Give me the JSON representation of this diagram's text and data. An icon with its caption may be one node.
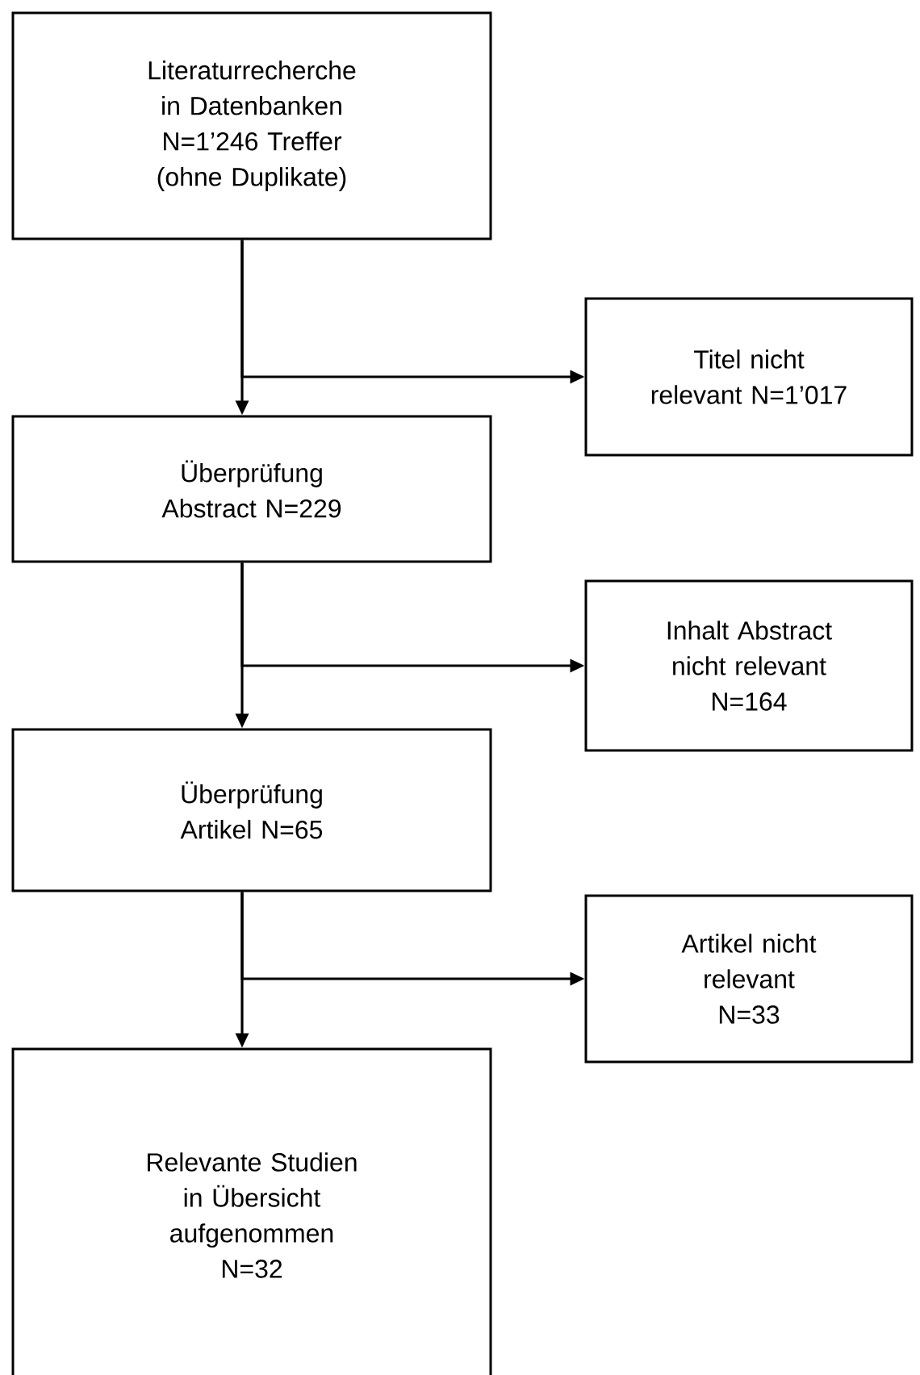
{
  "diagram": {
    "nodes": [
      {
        "text": [
          "Literaturrecherche in Datenbanken N=1’246 Treffer (ohne Duplikate)"
        ]
      },
      {
        "text": [
          "Titel nicht relevant N=1’017"
        ]
      },
      {
        "text": [
          "Überprüfung Abstract N=229"
        ]
      },
      {
        "text": [
          "Inhalt Abstract nicht relevant N=164"
        ]
      },
      {
        "text": [
          "Überprüfung Artikel N=65"
        ]
      },
      {
        "text": [
          "Artikel nicht relevant N=33"
        ]
      },
      {
        "text": [
          "Relevante Studien in Übersicht aufgenommen N=32"
        ]
      }
    ],
    "edges": [
      {
        "from": 0,
        "to": 2,
        "arrow": "to"
      },
      {
        "from": 0,
        "to": 1,
        "arrow": "to"
      },
      {
        "from": 2,
        "to": 4,
        "arrow": "to"
      },
      {
        "from": 2,
        "to": 3,
        "arrow": "to"
      },
      {
        "from": 4,
        "to": 6,
        "arrow": "to"
      },
      {
        "from": 4,
        "to": 5,
        "arrow": "to"
      }
    ]
  }
}
